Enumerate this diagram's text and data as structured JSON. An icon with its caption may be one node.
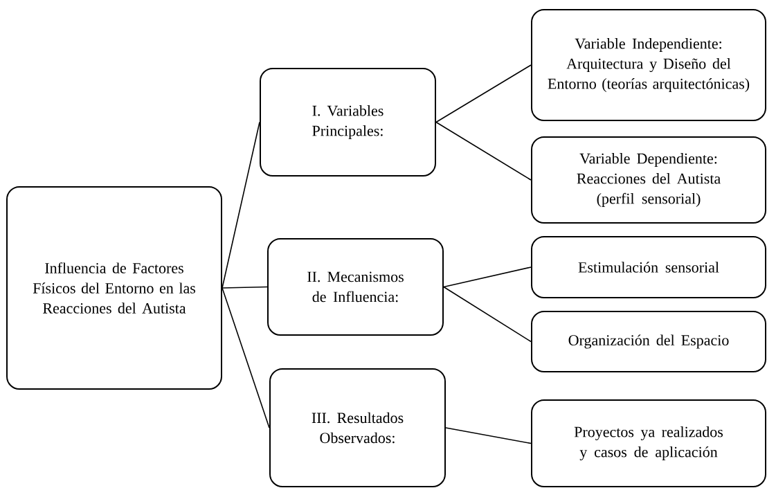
{
  "diagram": {
    "nodes": [
      {
        "text": [
          "Influencia de Factores Físicos del Entorno en las Reacciones del Autista"
        ]
      },
      {
        "text": [
          "I. Variables Principales:"
        ]
      },
      {
        "text": [
          "Variable Independiente: Arquitectura y Diseño del Entorno (teorías arquitectónicas)"
        ]
      },
      {
        "text": [
          "Variable Dependiente: Reacciones del Autista (perfil sensorial)"
        ]
      },
      {
        "text": [
          "II. Mecanismos de Influencia:"
        ]
      },
      {
        "text": [
          "Estimulación sensorial"
        ]
      },
      {
        "text": [
          "Organización del Espacio"
        ]
      },
      {
        "text": [
          "III. Resultados Observados:"
        ]
      },
      {
        "text": [
          "Proyectos ya realizados y casos de aplicación"
        ]
      }
    ],
    "edges": [
      {
        "from": 0,
        "to": 1,
        "arrow": "none"
      },
      {
        "from": 0,
        "to": 4,
        "arrow": "none"
      },
      {
        "from": 0,
        "to": 7,
        "arrow": "none"
      },
      {
        "from": 1,
        "to": 2,
        "arrow": "none"
      },
      {
        "from": 1,
        "to": 3,
        "arrow": "none"
      },
      {
        "from": 4,
        "to": 5,
        "arrow": "none"
      },
      {
        "from": 4,
        "to": 6,
        "arrow": "none"
      },
      {
        "from": 7,
        "to": 8,
        "arrow": "none"
      }
    ]
  }
}
